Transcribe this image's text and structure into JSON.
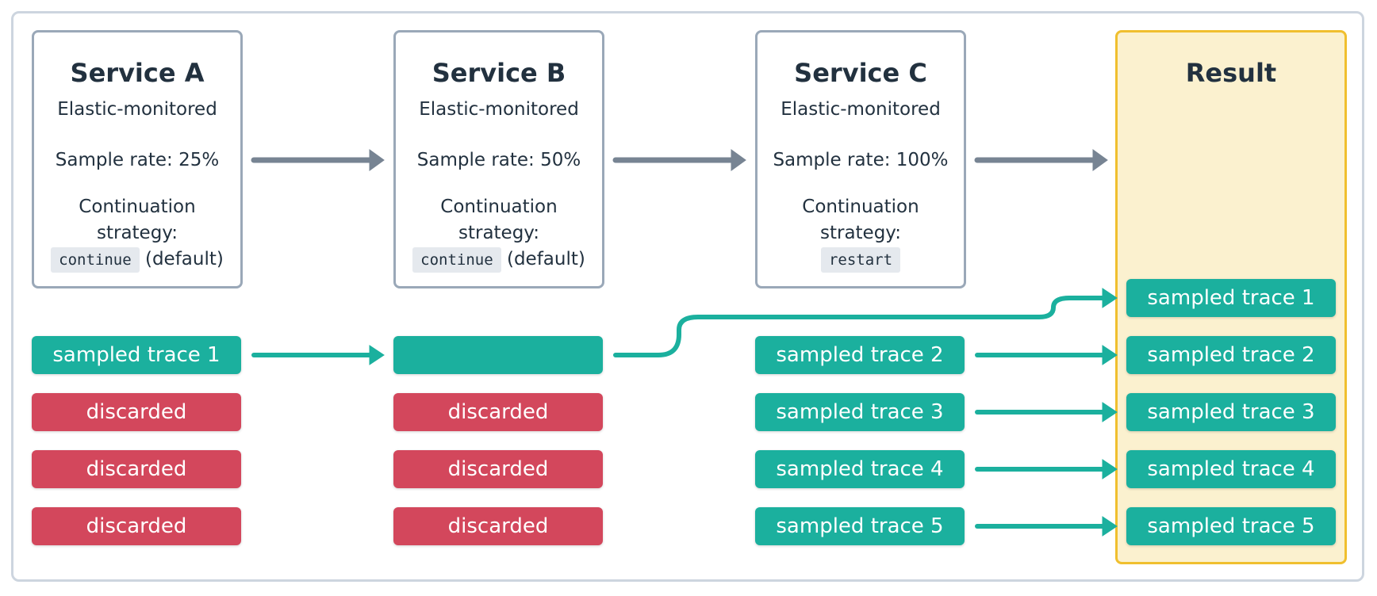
{
  "services": [
    {
      "title": "Service A",
      "subtitle": "Elastic-monitored",
      "sample_rate": "Sample rate: 25%",
      "cont_line1": "Continuation",
      "cont_line2": "strategy:",
      "code": "continue",
      "suffix": "(default)"
    },
    {
      "title": "Service B",
      "subtitle": "Elastic-monitored",
      "sample_rate": "Sample rate: 50%",
      "cont_line1": "Continuation",
      "cont_line2": "strategy:",
      "code": "continue",
      "suffix": "(default)"
    },
    {
      "title": "Service C",
      "subtitle": "Elastic-monitored",
      "sample_rate": "Sample rate: 100%",
      "cont_line1": "Continuation",
      "cont_line2": "strategy:",
      "code": "restart",
      "suffix": ""
    }
  ],
  "result": {
    "title": "Result"
  },
  "columns": {
    "a": [
      "sampled trace 1",
      "discarded",
      "discarded",
      "discarded"
    ],
    "b": [
      "",
      "discarded",
      "discarded",
      "discarded"
    ],
    "c": [
      "sampled trace 2",
      "sampled trace 3",
      "sampled trace 4",
      "sampled trace 5"
    ],
    "result": [
      "sampled trace 1",
      "sampled trace 2",
      "sampled trace 3",
      "sampled trace 4",
      "sampled trace 5"
    ]
  },
  "colors": {
    "sampled": "#1bb09e",
    "discarded": "#d3475c",
    "arrow_gray": "#778493",
    "result_border": "#f0bf2e",
    "result_bg": "#fbf1cf"
  }
}
